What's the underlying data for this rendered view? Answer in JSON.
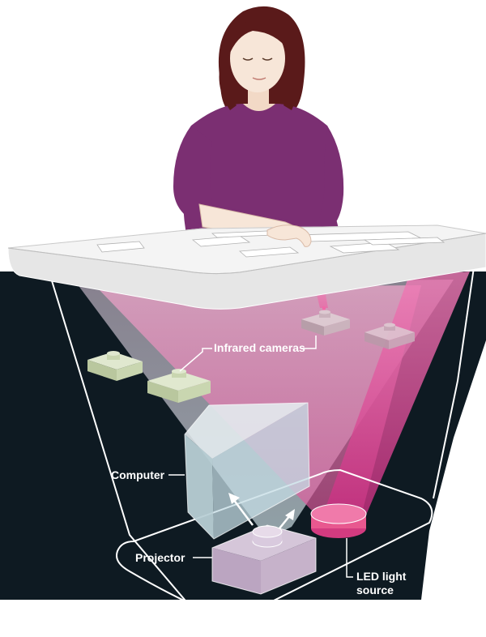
{
  "labels": {
    "infrared_cameras": "Infrared cameras",
    "computer": "Computer",
    "projector": "Projector",
    "led_line1": "LED light",
    "led_line2": "source"
  },
  "colors": {
    "background_dark": "#0e1a22",
    "table_top": "#f2f2f2",
    "light_pink": "#e0559a",
    "projector_beam": "#b8c8cc",
    "camera_green": "#c9d6b0",
    "camera_pink": "#cbb3bd",
    "computer_face": "#c6d7dc",
    "projector_box": "#c4b1cc",
    "led_light": "#e8588f",
    "shirt": "#7b2f72",
    "hair": "#5a1a1a",
    "skin": "#f7e6d8",
    "outline": "#ffffff"
  }
}
